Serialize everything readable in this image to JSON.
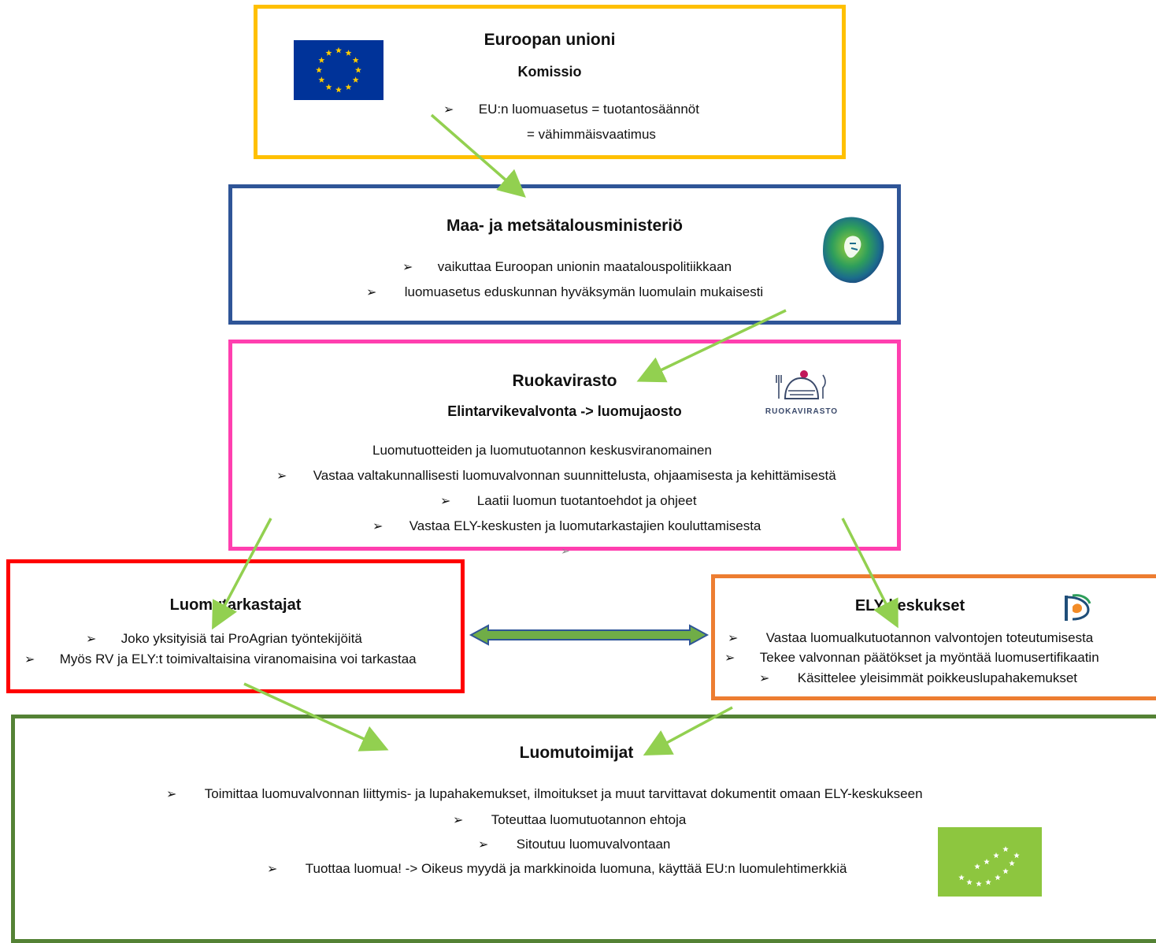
{
  "colors": {
    "eu_border": "#FFC000",
    "mmm_border": "#2F5597",
    "rv_border": "#FF3FAF",
    "tarkastajat_border": "#FF0000",
    "ely_border": "#ED7D31",
    "toimijat_border": "#548235",
    "arrow": "#92D050",
    "double_arrow_fill": "#70AD47",
    "double_arrow_stroke": "#2F5597",
    "eu_flag_blue": "#003399",
    "eu_star_yellow": "#FFCC00",
    "organic_green": "#8DC63F"
  },
  "eu": {
    "title": "Euroopan unioni",
    "subtitle": "Komissio",
    "line1": "EU:n luomuasetus = tuotantosäännöt",
    "line2": "= vähimmäisvaatimus",
    "logo_icon": "eu-flag-icon"
  },
  "mmm": {
    "title": "Maa- ja metsätalousministeriö",
    "items": [
      "vaikuttaa Euroopan unionin maatalouspolitiikkaan",
      "luomuasetus eduskunnan hyväksymän luomulain mukaisesti"
    ],
    "logo_icon": "mmm-lion-logo-icon"
  },
  "rv": {
    "title": "Ruokavirasto",
    "subtitle": "Elintarvikevalvonta -> luomujaosto",
    "intro": "Luomutuotteiden ja luomutuotannon keskusviranomainen",
    "items": [
      "Vastaa valtakunnallisesti luomuvalvonnan suunnittelusta, ohjaamisesta ja kehittämisestä",
      "Laatii luomun tuotantoehdot ja ohjeet",
      "Vastaa ELY-keskusten ja luomutarkastajien kouluttamisesta"
    ],
    "logo_text": "RUOKAVIRASTO",
    "logo_icon": "ruokavirasto-logo-icon"
  },
  "tarkastajat": {
    "title": "Luomutarkastajat",
    "items": [
      "Joko yksityisiä tai ProAgrian työntekijöitä",
      "Myös RV ja ELY:t toimivaltaisina viranomaisina voi tarkastaa"
    ]
  },
  "ely": {
    "title": "ELY-keskukset",
    "items": [
      "Vastaa luomualkutuotannon valvontojen toteutumisesta",
      "Tekee valvonnan päätökset ja myöntää luomusertifikaatin",
      "Käsittelee yleisimmät poikkeuslupahakemukset"
    ],
    "logo_icon": "ely-logo-icon"
  },
  "toimijat": {
    "title": "Luomutoimijat",
    "items": [
      "Toimittaa luomuvalvonnan liittymis- ja lupahakemukset, ilmoitukset ja muut tarvittavat dokumentit omaan ELY-keskukseen",
      "Toteuttaa luomutuotannon ehtoja",
      "Sitoutuu luomuvalvontaan",
      "Tuottaa luomua! -> Oikeus myydä ja markkinoida luomuna, käyttää EU:n luomulehtimerkkiä"
    ],
    "logo_icon": "eu-organic-leaf-icon"
  },
  "bullet_glyph": "➢"
}
